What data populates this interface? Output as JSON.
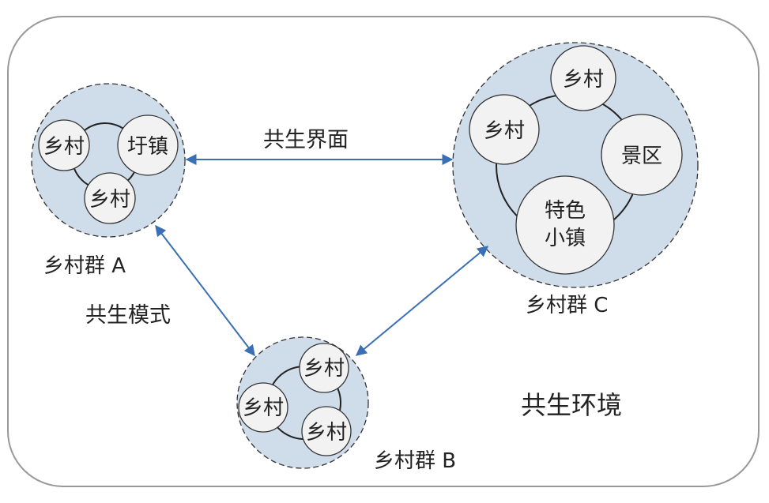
{
  "labels": {
    "interface": "共生界面",
    "mode": "共生模式",
    "environment": "共生环境"
  },
  "clusters": {
    "a": {
      "title": "乡村群 A",
      "nodes": [
        "乡村",
        "圩镇",
        "乡村"
      ]
    },
    "b": {
      "title": "乡村群 B",
      "nodes": [
        "乡村",
        "乡村",
        "乡村"
      ]
    },
    "c": {
      "title": "乡村群 C",
      "nodes": [
        "乡村",
        "乡村",
        "景区",
        "特色",
        "小镇"
      ]
    }
  },
  "colors": {
    "cluster_fill": "#cfdcea",
    "node_fill": "#f2f2f2",
    "arrow": "#3a6fb5",
    "border": "#999999"
  }
}
